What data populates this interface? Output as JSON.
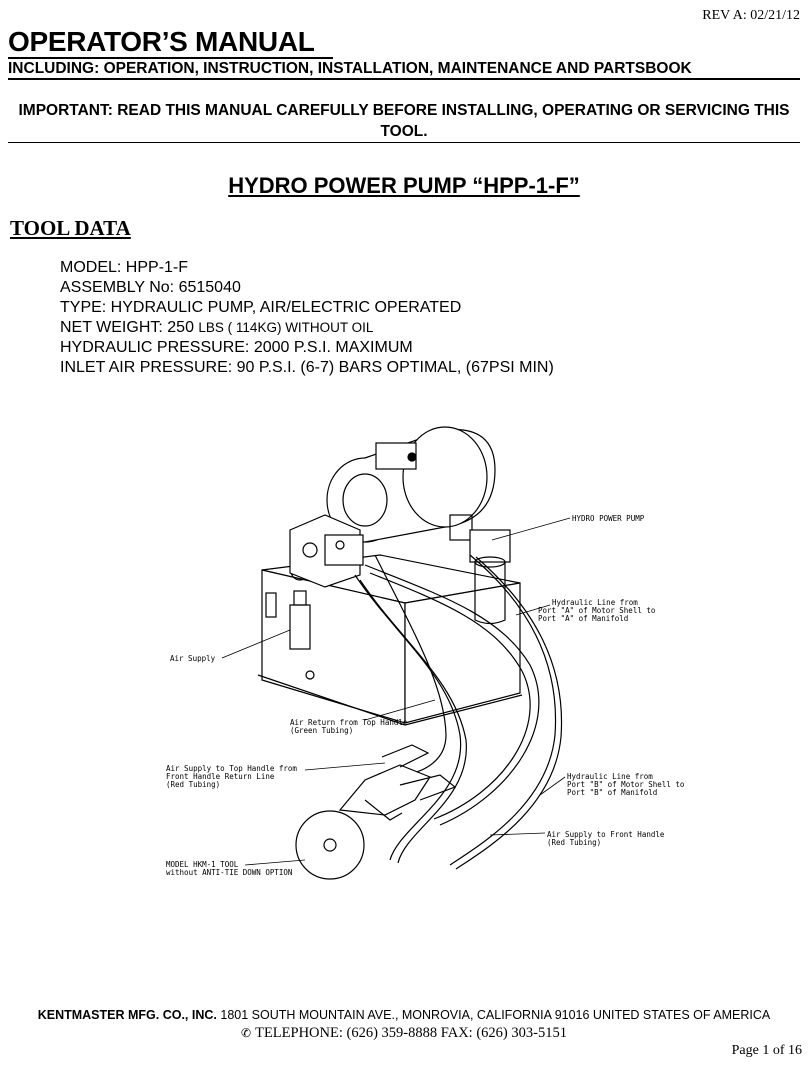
{
  "header": {
    "revision": "REV A: 02/21/12",
    "title": "OPERATOR’S MANUAL",
    "subtitle": "INCLUDING: OPERATION, INSTRUCTION, INSTALLATION, MAINTENANCE AND PARTSBOOK"
  },
  "important_notice": "IMPORTANT: READ THIS MANUAL CAREFULLY BEFORE INSTALLING, OPERATING OR SERVICING THIS TOOL.",
  "product_title": "HYDRO POWER PUMP  “HPP-1-F”",
  "tool_data": {
    "heading": "TOOL DATA",
    "model": "MODEL: HPP-1-F",
    "assembly": "ASSEMBLY No: 6515040",
    "type": "TYPE: HYDRAULIC PUMP, AIR/ELECTRIC OPERATED",
    "net_weight_prefix": "NET WEIGHT: 250 ",
    "net_weight_suffix": "LBS ( 114KG) WITHOUT OIL",
    "hydraulic_pressure": "HYDRAULIC PRESSURE: 2000 P.S.I. MAXIMUM",
    "inlet_air_pressure": "INLET AIR PRESSURE: 90 P.S.I. (6-7) BARS OPTIMAL,  (67PSI MIN)"
  },
  "diagram": {
    "callouts": {
      "hydro_power_pump": "HYDRO POWER PUMP",
      "line_a_1": "Hydraulic Line from",
      "line_a_2": "Port \"A\" of Motor Shell to",
      "line_a_3": "Port \"A\" of Manifold",
      "air_supply": "Air Supply",
      "air_return_1": "Air Return from Top Handle",
      "air_return_2": "(Green Tubing)",
      "air_top_1": "Air Supply to Top Handle from",
      "air_top_2": "Front Handle Return Line",
      "air_top_3": "(Red Tubing)",
      "line_b_1": "Hydraulic Line from",
      "line_b_2": "Port \"B\" of Motor Shell to",
      "line_b_3": "Port \"B\" of Manifold",
      "air_front_1": "Air Supply to Front Handle",
      "air_front_2": "(Red Tubing)",
      "model_1": "MODEL HKM-1 TOOL",
      "model_2": "without ANTI-TIE DOWN OPTION"
    }
  },
  "footer": {
    "company": "KENTMASTER MFG. CO., INC.",
    "address": " 1801 SOUTH MOUNTAIN AVE., MONROVIA, CALIFORNIA   91016 UNITED STATES OF AMERICA",
    "contact": "TELEPHONE: (626) 359-8888   FAX: (626) 303-5151",
    "page": "Page 1 of 16"
  },
  "icons": {
    "phone": "phone-icon"
  }
}
